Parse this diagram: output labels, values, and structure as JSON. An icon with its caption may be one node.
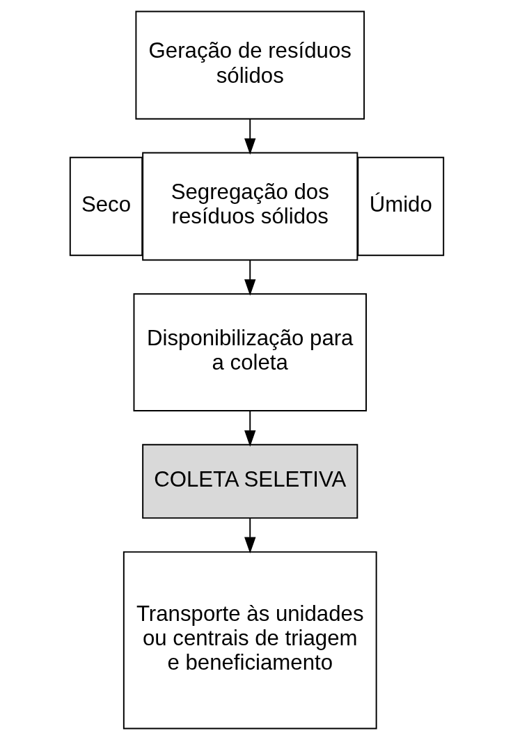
{
  "diagram": {
    "nodes": [
      {
        "text": [
          "Geração de resíduos sólidos"
        ]
      },
      {
        "text": [
          "Seco"
        ]
      },
      {
        "text": [
          "Segregação dos resíduos sólidos"
        ]
      },
      {
        "text": [
          "Úmido"
        ]
      },
      {
        "text": [
          "Disponibilização para a coleta"
        ]
      },
      {
        "text": [
          "COLETA SELETIVA"
        ]
      },
      {
        "text": [
          "Transporte às unidades ou centrais de triagem e beneficiamento"
        ]
      }
    ],
    "edges": [
      {
        "from": 0,
        "to": 2,
        "arrow": "to"
      },
      {
        "from": 2,
        "to": 4,
        "arrow": "to"
      },
      {
        "from": 4,
        "to": 5,
        "arrow": "to"
      },
      {
        "from": 5,
        "to": 6,
        "arrow": "to"
      }
    ]
  }
}
